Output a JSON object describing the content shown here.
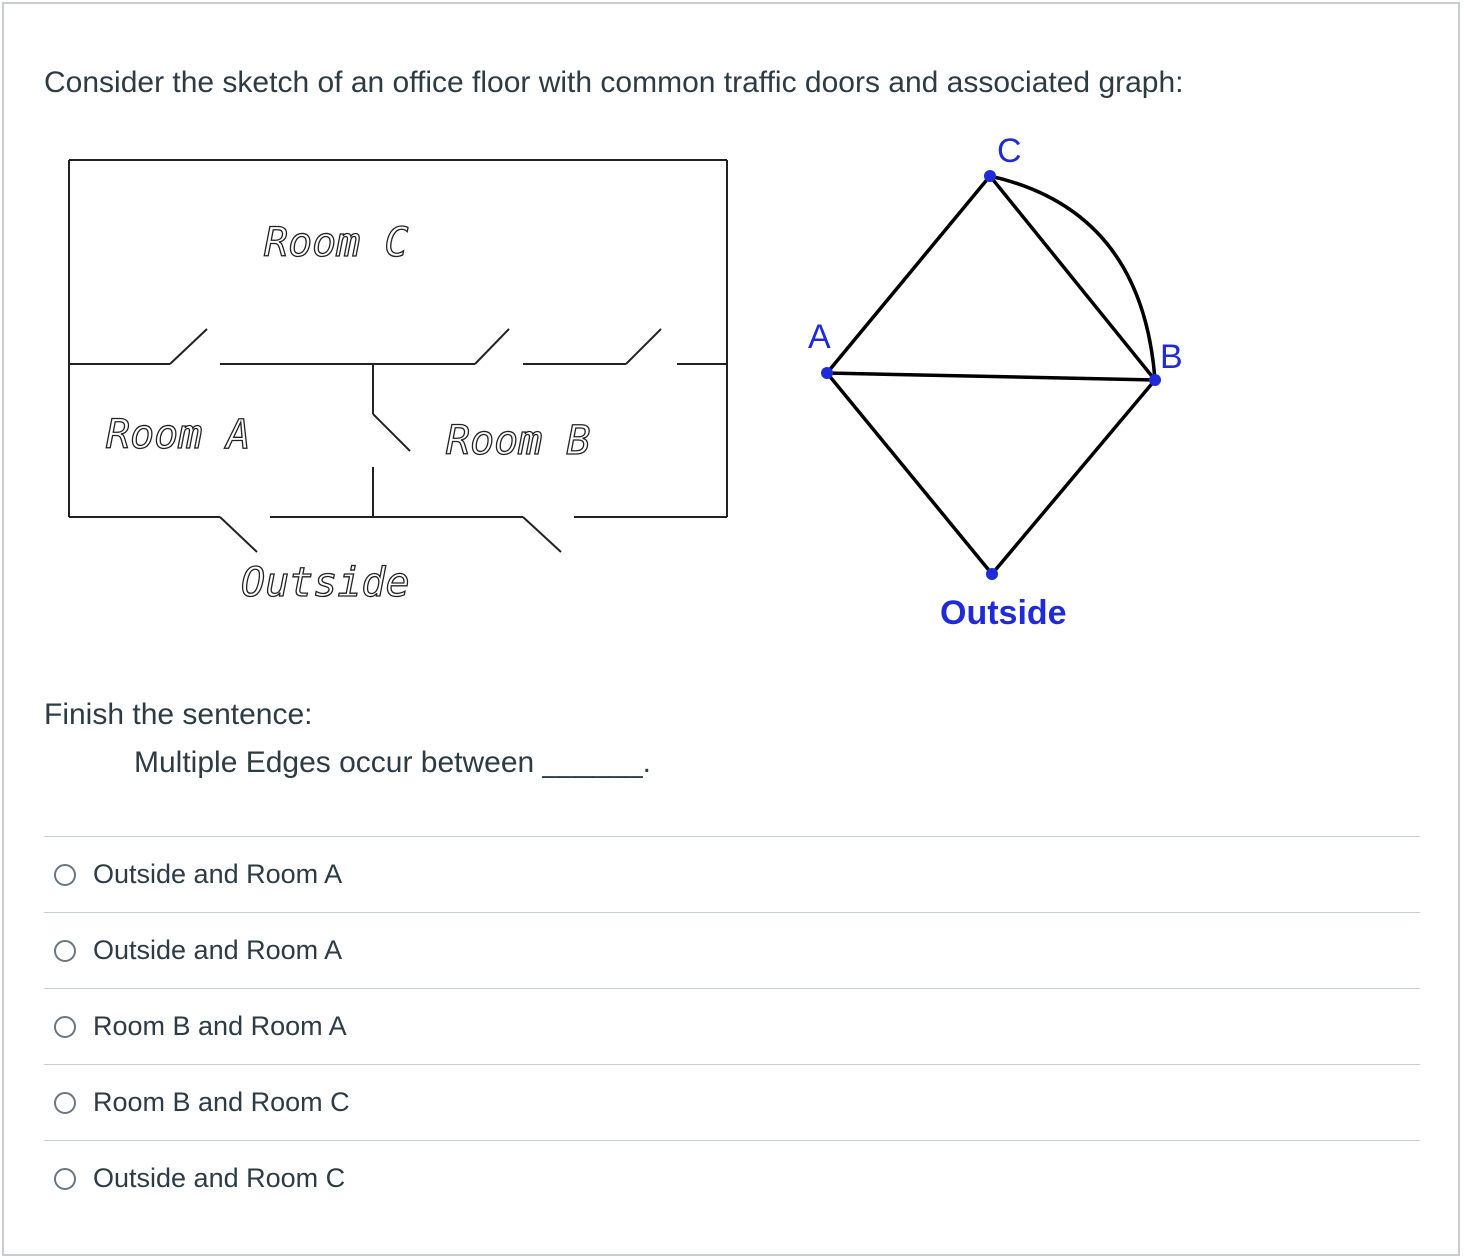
{
  "question": {
    "prompt": "Consider the sketch of an office floor with common traffic doors and associated graph:",
    "finish": "Finish the sentence:",
    "sentence": "Multiple Edges occur between ______."
  },
  "sketch": {
    "room_c": "Room C",
    "room_a": "Room A",
    "room_b": "Room B",
    "outside": "Outside"
  },
  "graph": {
    "node_c": "C",
    "node_a": "A",
    "node_b": "B",
    "node_outside": "Outside",
    "node_color": "#1f2bd8",
    "edge_color": "#000000"
  },
  "answers": [
    {
      "label": "Outside and Room A"
    },
    {
      "label": "Outside and Room A"
    },
    {
      "label": "Room B and Room A"
    },
    {
      "label": "Room B and Room C"
    },
    {
      "label": "Outside and Room C"
    }
  ]
}
